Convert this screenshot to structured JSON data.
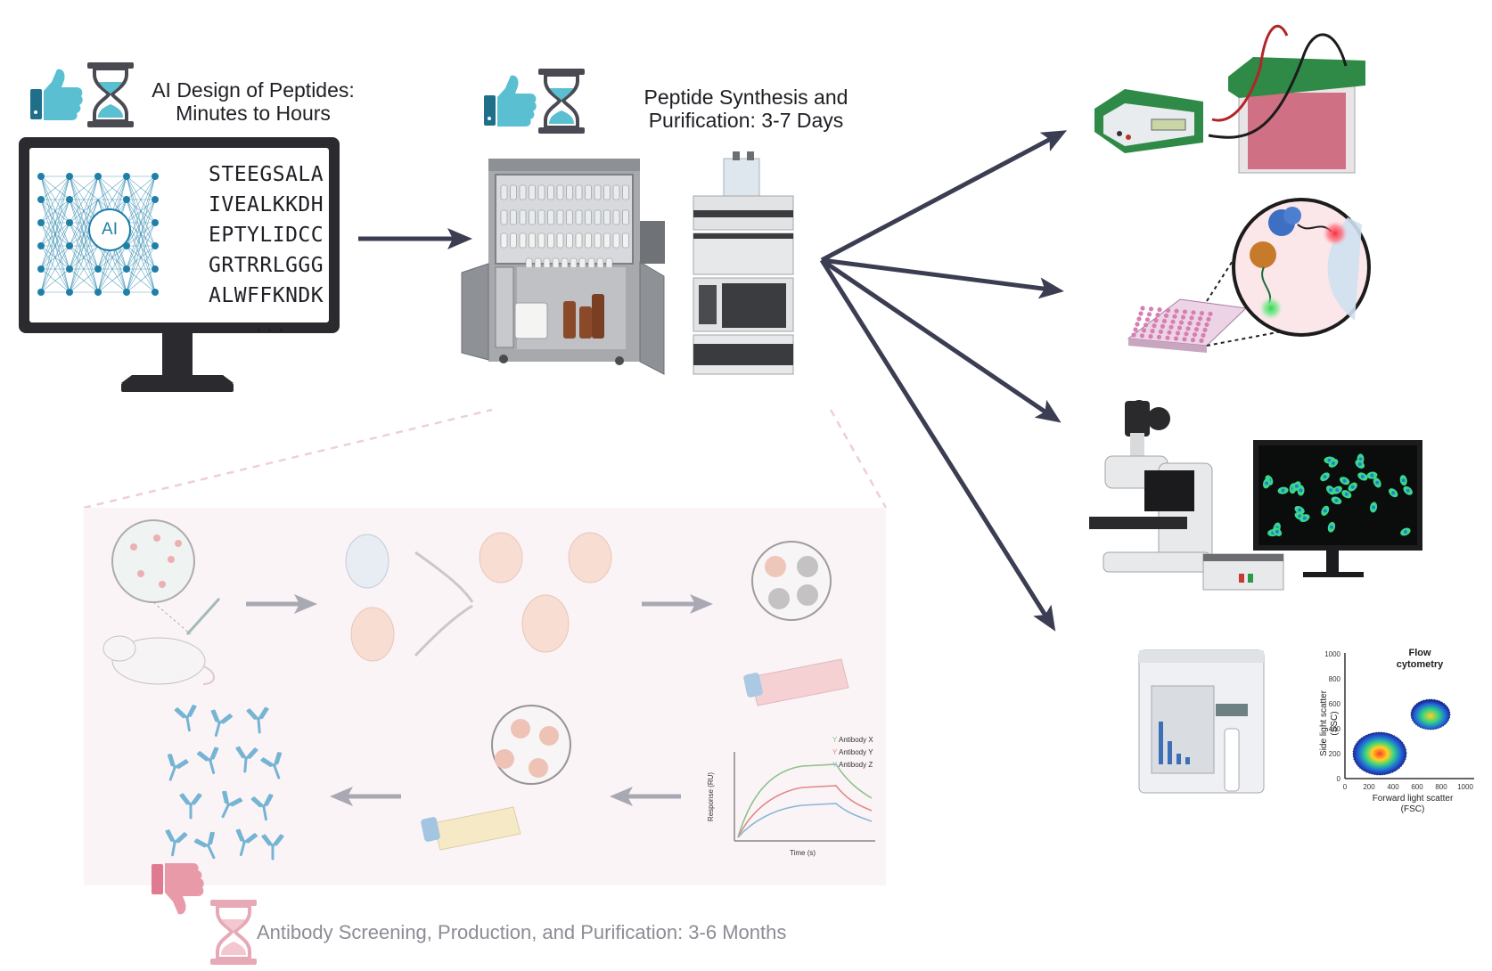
{
  "stages": {
    "ai": {
      "title_line1": "AI Design of Peptides:",
      "title_line2": "Minutes to Hours",
      "rating": "thumbs-up"
    },
    "synthesis": {
      "title_line1": "Peptide Synthesis and",
      "title_line2": "Purification: 3-7 Days",
      "rating": "thumbs-up"
    },
    "antibody": {
      "title": "Antibody Screening, Production, and Purification: 3-6 Months",
      "rating": "thumbs-down"
    }
  },
  "monitor": {
    "ai_label": "AI",
    "sequences": [
      "STEEGSALA",
      "IVEALKKDH",
      "EPTYLIDCC",
      "GRTRRLGGG",
      "ALWFFKNDK"
    ],
    "ellipsis": "..."
  },
  "binding_chart": {
    "ylabel": "Response (RU)",
    "xlabel": "Time (s)",
    "legend": [
      {
        "name": "Antibody X",
        "color": "#8cc28a"
      },
      {
        "name": "Antibody Y",
        "color": "#e08a86"
      },
      {
        "name": "Antibody Z",
        "color": "#8ab8d8"
      }
    ]
  },
  "flow_plot": {
    "title_line1": "Flow",
    "title_line2": "cytometry",
    "ylabel_line1": "Side light scatter",
    "ylabel_line2": "(SSC)",
    "xlabel_line1": "Forward light scatter",
    "xlabel_line2": "(FSC)",
    "x_ticks": [
      "0",
      "200",
      "400",
      "600",
      "800",
      "1000"
    ],
    "y_ticks": [
      "0",
      "200",
      "400",
      "600",
      "800",
      "1000"
    ]
  },
  "colors": {
    "thumb_up": "#5bbfd2",
    "thumb_down": "#e89aa8",
    "arrow_dark": "#3b3e52",
    "arrow_faded": "#a9a9b4",
    "antibody_panel_bg": "#fbf4f7",
    "antibody_blue": "#5fa9cf",
    "nn_node": "#1f7fa8"
  }
}
